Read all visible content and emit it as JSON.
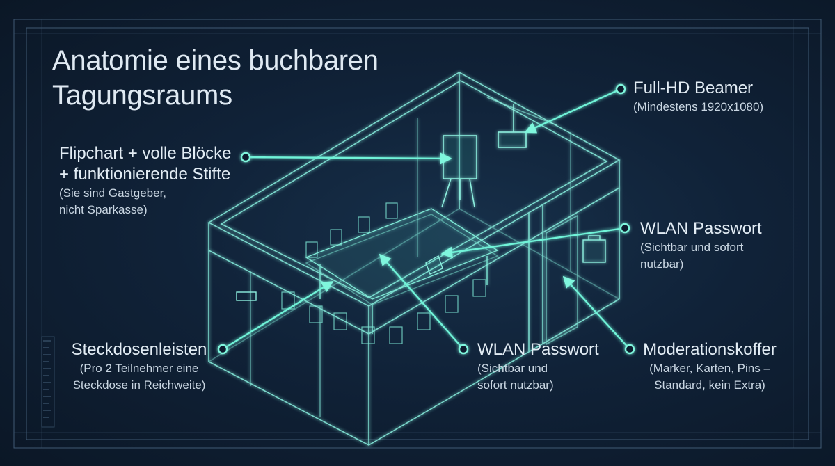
{
  "title": [
    "Anatomie eines buchbaren",
    "Tagungsraums"
  ],
  "callouts": {
    "beamer": {
      "label": "Full-HD Beamer",
      "sub": [
        "(Mindestens 1920x1080)"
      ]
    },
    "flipchart": {
      "label": [
        "Flipchart + volle Blöcke",
        "+ funktionierende Stifte"
      ],
      "sub": [
        "(Sie sind Gastgeber,",
        "nicht Sparkasse)"
      ]
    },
    "wlan_right": {
      "label": "WLAN Passwort",
      "sub": [
        "(Sichtbar und sofort",
        "nutzbar)"
      ]
    },
    "steckdosen": {
      "label": "Steckdosenleisten",
      "sub": [
        "(Pro 2 Teilnehmer eine",
        "Steckdose in Reichweite)"
      ]
    },
    "wlan_bottom": {
      "label": "WLAN Passwort",
      "sub": [
        "(Sichtbar und",
        "sofort nutzbar)"
      ]
    },
    "koffer": {
      "label": "Moderationskoffer",
      "sub": [
        "(Marker, Karten, Pins –",
        "Standard, kein Extra)"
      ]
    }
  },
  "colors": {
    "background": "#0f1c2e",
    "line": "#7ee8d6",
    "glow": "#5ff2d4",
    "text": "#e2ecf4"
  }
}
